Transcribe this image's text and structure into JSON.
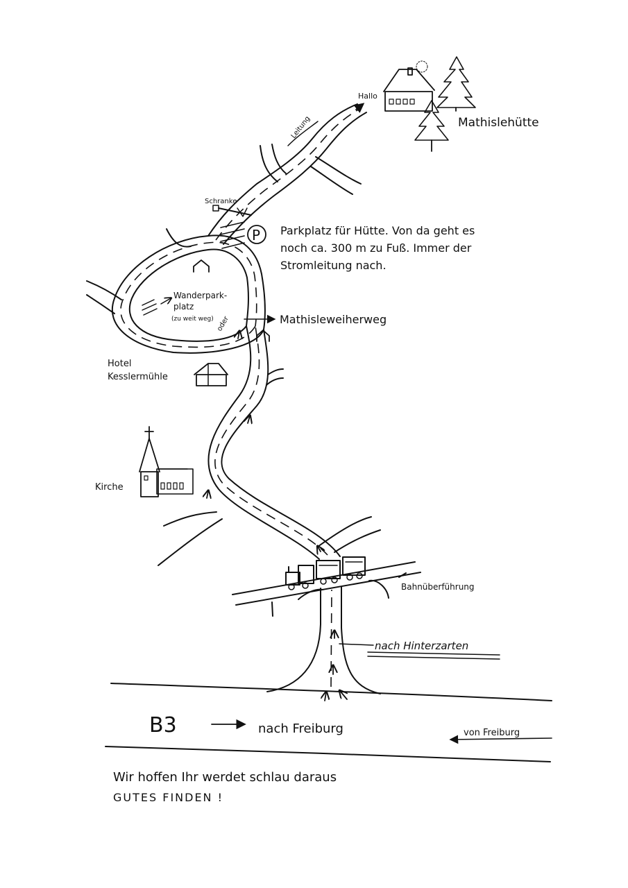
{
  "labels": {
    "hallo": "Hallo",
    "leitung": "Leitung",
    "hut_name": "Mathislehütte",
    "schranke": "Schranke",
    "parking_symbol": "P",
    "parking_note_line1": "Parkplatz für Hütte. Von da geht es",
    "parking_note_line2": "noch ca. 300 m zu Fuß. Immer der",
    "parking_note_line3": "Stromleitung nach.",
    "wanderpark_line1": "Wanderpark-",
    "wanderpark_line2": "platz",
    "wanderpark_line3": "(zu weit weg)",
    "oder": "oder",
    "side_road": "Mathisleweiherweg",
    "hotel_line1": "Hotel",
    "hotel_line2": "Kesslermühle",
    "church": "Kirche",
    "bridge": "Bahnüberführung",
    "hinterzarten": "nach Hinterzarten",
    "highway": "B3",
    "to_freiburg": "nach Freiburg",
    "from_freiburg": "von Freiburg",
    "footer_line1": "Wir hoffen Ihr werdet schlau daraus",
    "footer_line2": "GUTES FINDEN !"
  }
}
